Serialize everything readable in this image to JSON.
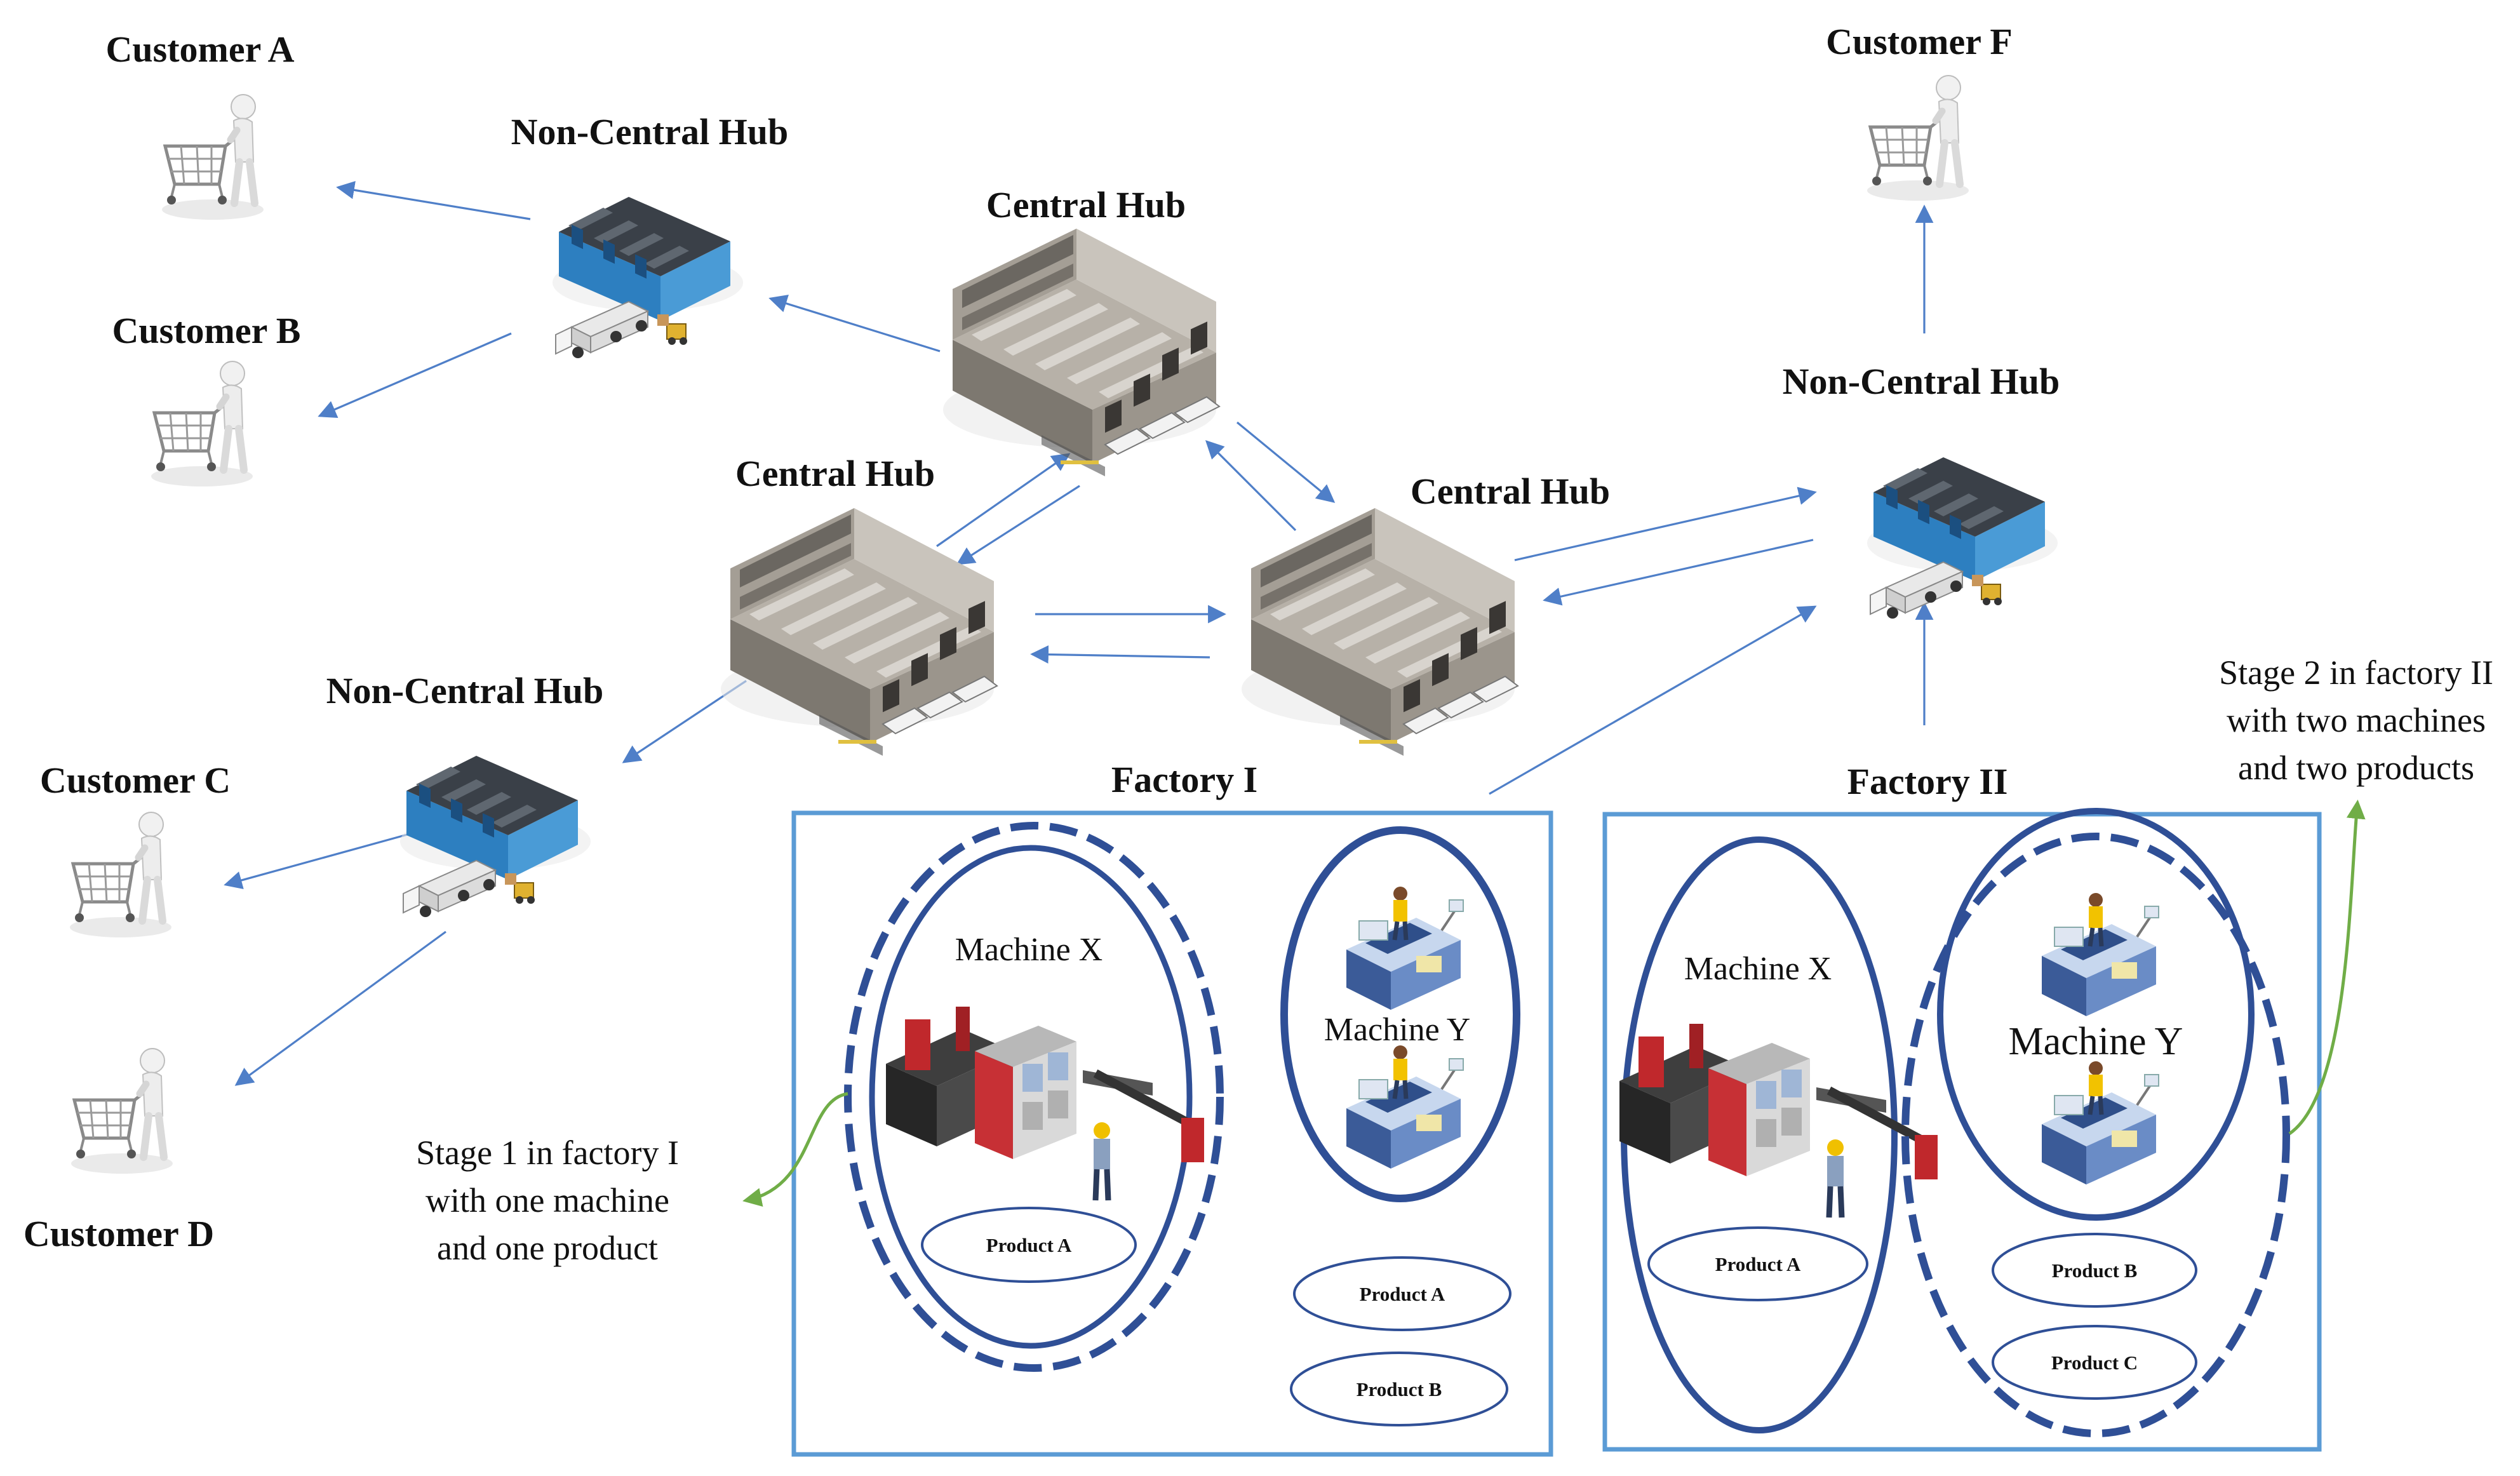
{
  "hubs": {
    "central_label": "Central Hub",
    "noncentral_label": "Non-Central Hub"
  },
  "customers": {
    "a": "Customer A",
    "b": "Customer B",
    "c": "Customer C",
    "d": "Customer D",
    "f": "Customer F"
  },
  "factories": {
    "f1": {
      "title": "Factory I",
      "machine_x": "Machine X",
      "machine_y": "Machine Y",
      "products": [
        "Product A",
        "Product A",
        "Product B"
      ]
    },
    "f2": {
      "title": "Factory II",
      "machine_x": "Machine X",
      "machine_y": "Machine Y",
      "products": [
        "Product A",
        "Product B",
        "Product C"
      ]
    }
  },
  "notes": {
    "stage1": [
      "Stage 1 in factory I",
      "with one machine",
      "and one product"
    ],
    "stage2": [
      "Stage 2 in factory II",
      "with two machines",
      "and two products"
    ]
  },
  "colors": {
    "arrow": "#4f7fc8",
    "frame": "#5b9bd5",
    "ellipse": "#2f4f96",
    "stage_arrow": "#70ad47",
    "hub_roof": "#1f6fb4",
    "central_building": "#8c8780"
  }
}
